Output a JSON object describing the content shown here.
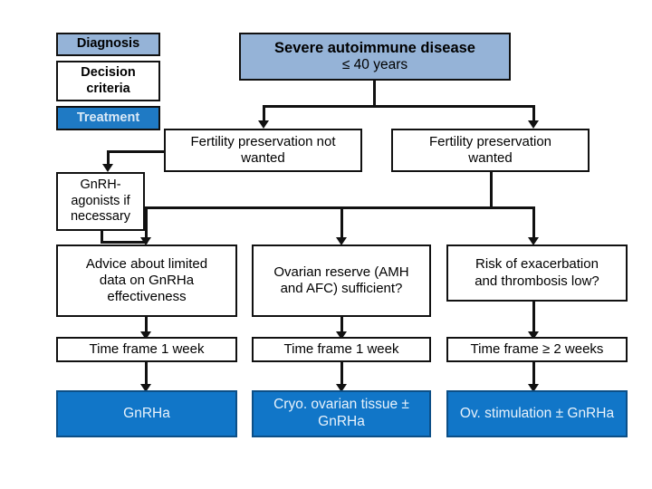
{
  "diagram": {
    "title_alt": "Fertility preservation decision flowchart for severe autoimmune disease",
    "colors": {
      "diagnosis_fill": "#95B3D7",
      "criteria_fill": "#FFFFFF",
      "treatment_fill": "#1176C8",
      "line": "#111111",
      "treatment_text": "#E8F2FB"
    },
    "legend": {
      "items": [
        {
          "label": "Diagnosis",
          "kind": "diagnosis"
        },
        {
          "label": "Decision\ncriteria",
          "kind": "criteria"
        },
        {
          "label": "Treatment",
          "kind": "treatment"
        }
      ]
    },
    "nodes": {
      "header_main": "Severe autoimmune disease",
      "header_sub": "≤ 40 years",
      "fp_not_wanted": "Fertility preservation not\nwanted",
      "fp_wanted": "Fertility preservation\nwanted",
      "gnrh_agonists": "GnRH-\nagonists if\nnecessary",
      "advice_limited_data": "Advice about limited\ndata on GnRHa\neffectiveness",
      "ovarian_reserve": "Ovarian reserve (AMH\nand AFC) sufficient?",
      "risk_exacerbation": "Risk of exacerbation\nand thrombosis low?",
      "timeframe_1": "Time frame 1 week",
      "timeframe_2": "Time frame 1 week",
      "timeframe_3": "Time frame ≥ 2 weeks",
      "treatment_1": "GnRHa",
      "treatment_2": "Cryo. ovarian tissue ±\nGnRHa",
      "treatment_3": "Ov. stimulation ± GnRHa"
    }
  }
}
